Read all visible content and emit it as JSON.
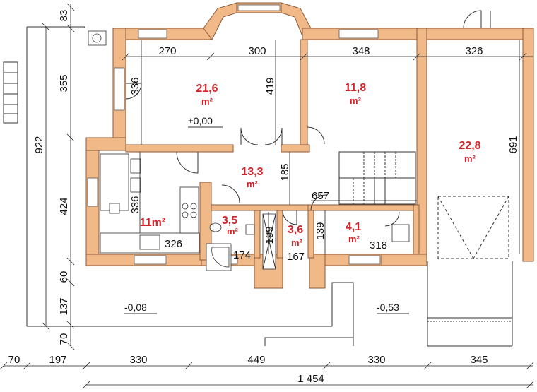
{
  "rooms": [
    {
      "area": "21,6",
      "unit": "m²"
    },
    {
      "area": "11,8",
      "unit": "m²"
    },
    {
      "area": "22,8",
      "unit": "m²"
    },
    {
      "area": "13,3",
      "unit": "m²"
    },
    {
      "area": "11m²",
      "unit": ""
    },
    {
      "area": "3,5",
      "unit": "m²"
    },
    {
      "area": "3,6",
      "unit": "m²"
    },
    {
      "area": "4,1",
      "unit": "m²"
    }
  ],
  "dimensions": {
    "top": [
      "270",
      "300",
      "348",
      "326"
    ],
    "left_vertical": [
      "83",
      "355",
      "922",
      "424",
      "60",
      "137",
      "70"
    ],
    "bottom": [
      "70",
      "197",
      "330",
      "449",
      "330",
      "345"
    ],
    "total": "1 454",
    "interior": [
      "336",
      "419",
      "691",
      "336",
      "185",
      "657",
      "139",
      "199",
      "326",
      "174",
      "167",
      "318"
    ]
  },
  "levels": [
    "±0,00",
    "-0,08",
    "-0,53"
  ]
}
